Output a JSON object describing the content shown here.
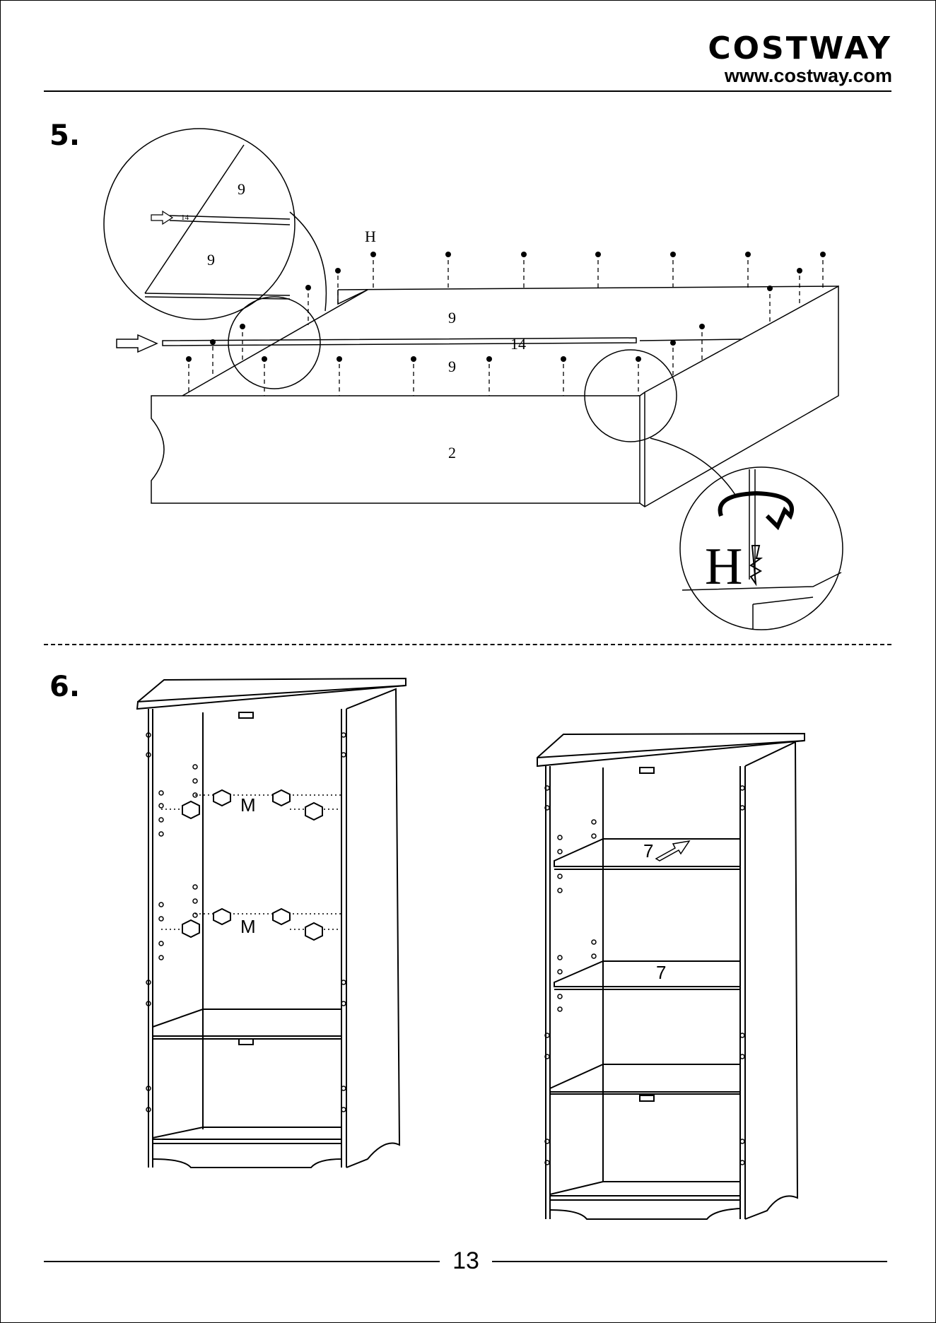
{
  "header": {
    "brand_name": "COSTWAY",
    "brand_url": "www.costway.com"
  },
  "step5": {
    "number": "5.",
    "labels": {
      "screw": "H",
      "panel_upper": "9",
      "panel_lower": "9",
      "strip": "14",
      "front_panel": "2",
      "zoom_panel_upper": "9",
      "zoom_panel_lower": "9",
      "zoom_strip": "14",
      "zoom_screw": "H"
    }
  },
  "step6": {
    "number": "6.",
    "labels": {
      "support_upper": "M",
      "support_lower": "M",
      "shelf_upper": "7",
      "shelf_lower": "7"
    }
  },
  "footer": {
    "page_number": "13"
  }
}
